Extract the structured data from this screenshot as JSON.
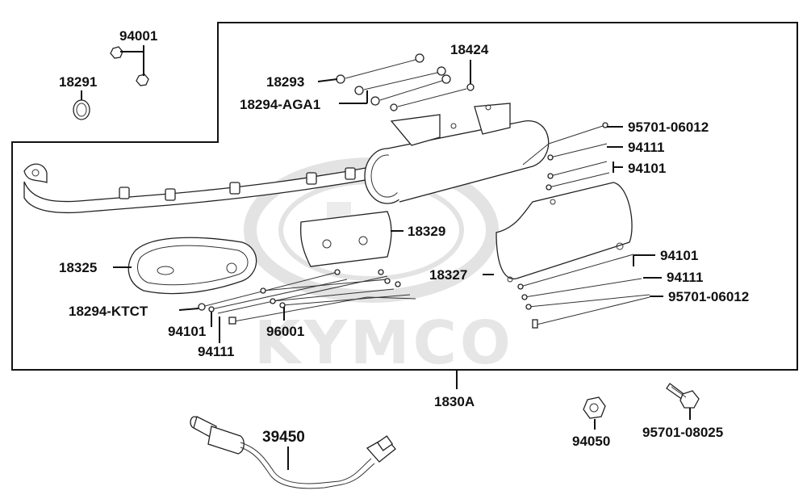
{
  "watermark": "KYMCO",
  "parts": {
    "p94001": "94001",
    "p18291": "18291",
    "p18424": "18424",
    "p18293": "18293",
    "p18294_aga1": "18294-AGA1",
    "p95701_06012_top": "95701-06012",
    "p94111_top": "94111",
    "p94101_top": "94101",
    "p18329": "18329",
    "p18325": "18325",
    "p18327": "18327",
    "p94101_right": "94101",
    "p94111_right": "94111",
    "p95701_06012_right": "95701-06012",
    "p18294_ktct": "18294-KTCT",
    "p94101_left": "94101",
    "p96001": "96001",
    "p94111_left": "94111",
    "p1830a": "1830A",
    "p39450": "39450",
    "p94050": "94050",
    "p95701_08025": "95701-08025"
  }
}
